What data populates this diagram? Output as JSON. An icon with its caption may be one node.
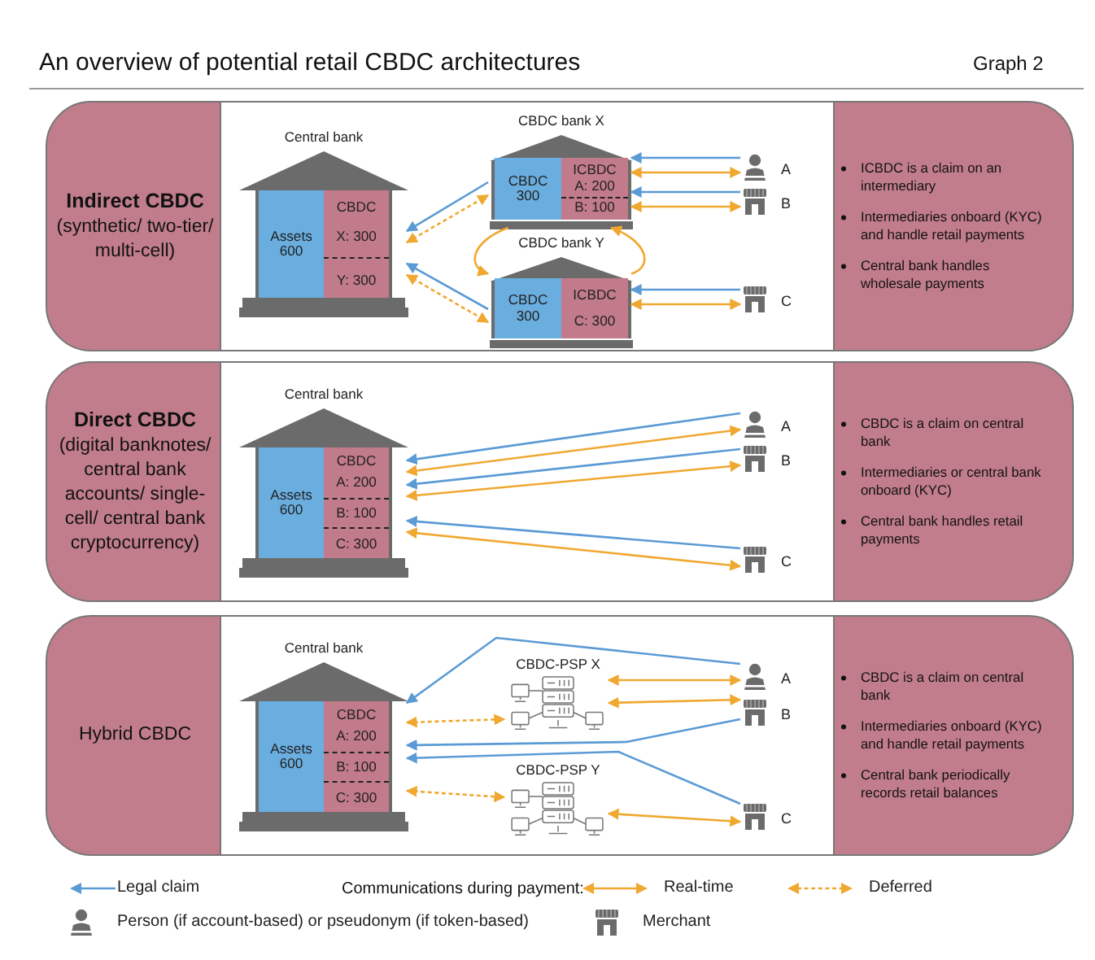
{
  "diagram": {
    "title": "An overview of potential retail CBDC architectures",
    "nodes": [
      {
        "text": [
          "**Indirect CBDC** (synthetic/ two-tier/ multi-cell)",
          "ICBDC is a claim on an intermediary",
          "Intermediaries onboard (KYC) and handle retail payments",
          "Central bank handles wholesale payments"
        ]
      },
      {
        "text": [
          "Central bank"
        ],
        "in": 0
      },
      {
        "text": [
          "Assets 600"
        ],
        "in": 1
      },
      {
        "text": [
          "CBDC",
          "X: 300",
          "Y: 300"
        ],
        "in": 1
      },
      {
        "text": [
          "CBDC bank X"
        ],
        "in": 0
      },
      {
        "text": [
          "CBDC 300"
        ],
        "in": 4
      },
      {
        "text": [
          "ICBDC",
          "A: 200",
          "B: 100"
        ],
        "in": 4
      },
      {
        "text": [
          "CBDC bank Y"
        ],
        "in": 0
      },
      {
        "text": [
          "CBDC 300"
        ],
        "in": 7
      },
      {
        "text": [
          "ICBDC",
          "C: 300"
        ],
        "in": 7
      },
      {
        "text": [],
        "shape": "person",
        "beside": [
          "A"
        ],
        "in": 0
      },
      {
        "text": [],
        "shape": "shop",
        "beside": [
          "B"
        ],
        "in": 0
      },
      {
        "text": [],
        "shape": "shop",
        "beside": [
          "C"
        ],
        "in": 0
      },
      {
        "text": [
          "**Direct CBDC** (digital banknotes/ central bank accounts/ single-cell/ central bank cryptocurrency)",
          "CBDC is a claim on central bank",
          "Intermediaries or central bank onboard (KYC)",
          "Central bank handles retail payments"
        ]
      },
      {
        "text": [
          "Central bank"
        ],
        "in": 13
      },
      {
        "text": [
          "Assets 600"
        ],
        "in": 14
      },
      {
        "text": [
          "CBDC",
          "A: 200",
          "B: 100",
          "C: 300"
        ],
        "in": 14
      },
      {
        "text": [],
        "shape": "person",
        "beside": [
          "A"
        ],
        "in": 13
      },
      {
        "text": [],
        "shape": "shop",
        "beside": [
          "B"
        ],
        "in": 13
      },
      {
        "text": [],
        "shape": "shop",
        "beside": [
          "C"
        ],
        "in": 13
      },
      {
        "text": [
          "Hybrid CBDC",
          "CBDC is a claim on central bank",
          "Intermediaries onboard (KYC) and handle retail payments",
          "Central bank periodically records retail balances"
        ]
      },
      {
        "text": [
          "Central bank"
        ],
        "in": 20
      },
      {
        "text": [
          "Assets 600"
        ],
        "in": 21
      },
      {
        "text": [
          "CBDC",
          "A: 200",
          "B: 100",
          "C: 300"
        ],
        "in": 21
      },
      {
        "text": [
          "CBDC-PSP X"
        ],
        "in": 20
      },
      {
        "text": [
          "CBDC-PSP Y"
        ],
        "in": 20
      },
      {
        "text": [],
        "shape": "person",
        "beside": [
          "A"
        ],
        "in": 20
      },
      {
        "text": [],
        "shape": "shop",
        "beside": [
          "B"
        ],
        "in": 20
      },
      {
        "text": [],
        "shape": "shop",
        "beside": [
          "C"
        ],
        "in": 20
      }
    ],
    "edges": [
      {
        "from": 4,
        "to": 1,
        "arrow": "to",
        "color": "#5b9bd5"
      },
      {
        "from": 1,
        "to": 4,
        "arrow": "both",
        "style": "dashed"
      },
      {
        "from": 7,
        "to": 1,
        "arrow": "to",
        "color": "#5b9bd5"
      },
      {
        "from": 1,
        "to": 7,
        "arrow": "both",
        "style": "dashed"
      },
      {
        "from": 4,
        "to": 7,
        "arrow": "to"
      },
      {
        "from": 7,
        "to": 4,
        "arrow": "to"
      },
      {
        "from": 10,
        "to": 4,
        "arrow": "to",
        "color": "#5b9bd5"
      },
      {
        "from": 4,
        "to": 10,
        "arrow": "both"
      },
      {
        "from": 11,
        "to": 4,
        "arrow": "to",
        "color": "#5b9bd5"
      },
      {
        "from": 4,
        "to": 11,
        "arrow": "both"
      },
      {
        "from": 12,
        "to": 7,
        "arrow": "to",
        "color": "#5b9bd5"
      },
      {
        "from": 7,
        "to": 12,
        "arrow": "both"
      },
      {
        "from": 17,
        "to": 14,
        "arrow": "to",
        "color": "#5b9bd5"
      },
      {
        "from": 14,
        "to": 17,
        "arrow": "both"
      },
      {
        "from": 18,
        "to": 14,
        "arrow": "to",
        "color": "#5b9bd5"
      },
      {
        "from": 14,
        "to": 18,
        "arrow": "both"
      },
      {
        "from": 19,
        "to": 14,
        "arrow": "to",
        "color": "#5b9bd5"
      },
      {
        "from": 14,
        "to": 19,
        "arrow": "both"
      },
      {
        "from": 26,
        "to": 21,
        "arrow": "to",
        "color": "#5b9bd5"
      },
      {
        "from": 27,
        "to": 21,
        "arrow": "to",
        "color": "#5b9bd5"
      },
      {
        "from": 28,
        "to": 21,
        "arrow": "to",
        "color": "#5b9bd5"
      },
      {
        "from": 21,
        "to": 24,
        "arrow": "both",
        "style": "dashed"
      },
      {
        "from": 21,
        "to": 25,
        "arrow": "both",
        "style": "dashed"
      },
      {
        "from": 24,
        "to": 26,
        "arrow": "both"
      },
      {
        "from": 24,
        "to": 27,
        "arrow": "both"
      },
      {
        "from": 25,
        "to": 28,
        "arrow": "both"
      }
    ],
    "labels": [
      "Graph 2",
      "Communications during payment:"
    ],
    "legend": [
      {
        "text": "Legal claim"
      },
      {
        "text": "Real-time"
      },
      {
        "text": "Deferred"
      },
      {
        "text": "Person (if account-based) or pseudonym (if token-based)"
      },
      {
        "text": "Merchant"
      }
    ]
  }
}
